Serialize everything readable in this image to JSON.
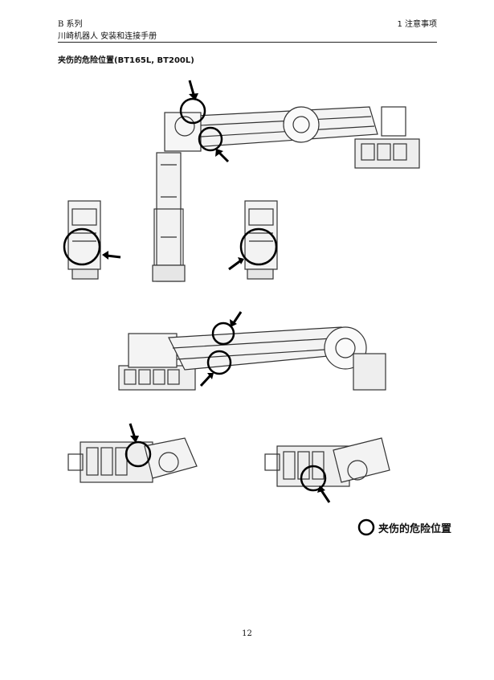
{
  "header": {
    "series": "B 系列",
    "manual": "川崎机器人 安装和连接手册",
    "chapter": "1  注意事项"
  },
  "section": {
    "title": "夹伤的危险位置(BT165L, BT200L)"
  },
  "legend": {
    "label": "夹伤的危险位置",
    "icon": "circle-outline-icon"
  },
  "footer": {
    "page": "12"
  }
}
